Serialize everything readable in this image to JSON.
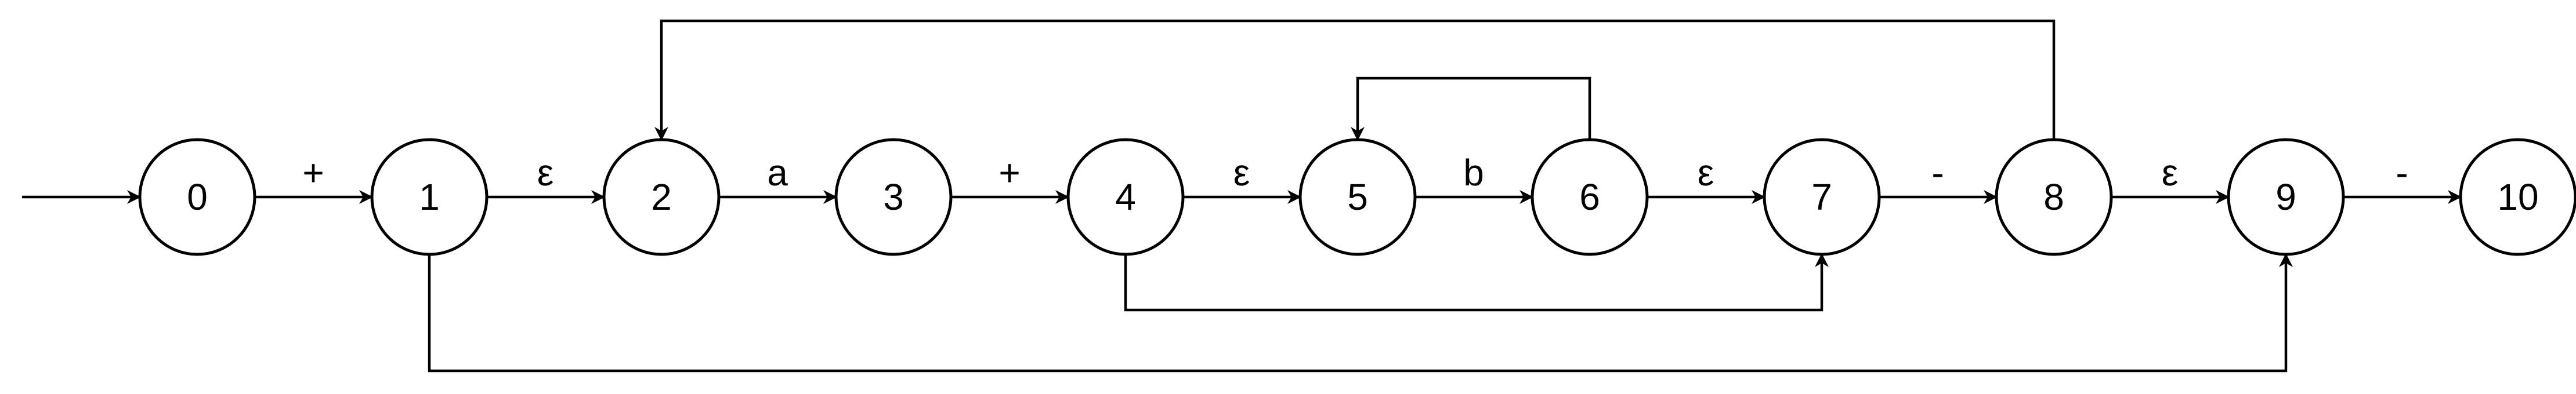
{
  "states": [
    {
      "id": "0",
      "label": "0"
    },
    {
      "id": "1",
      "label": "1"
    },
    {
      "id": "2",
      "label": "2"
    },
    {
      "id": "3",
      "label": "3"
    },
    {
      "id": "4",
      "label": "4"
    },
    {
      "id": "5",
      "label": "5"
    },
    {
      "id": "6",
      "label": "6"
    },
    {
      "id": "7",
      "label": "7"
    },
    {
      "id": "8",
      "label": "8"
    },
    {
      "id": "9",
      "label": "9"
    },
    {
      "id": "10",
      "label": "10"
    }
  ],
  "transitions": [
    {
      "from": "start",
      "to": "0",
      "label": ""
    },
    {
      "from": "0",
      "to": "1",
      "label": "+"
    },
    {
      "from": "1",
      "to": "2",
      "label": "ε"
    },
    {
      "from": "2",
      "to": "3",
      "label": "a"
    },
    {
      "from": "3",
      "to": "4",
      "label": "+"
    },
    {
      "from": "4",
      "to": "5",
      "label": "ε"
    },
    {
      "from": "5",
      "to": "6",
      "label": "b"
    },
    {
      "from": "6",
      "to": "7",
      "label": "ε"
    },
    {
      "from": "7",
      "to": "8",
      "label": "-"
    },
    {
      "from": "8",
      "to": "9",
      "label": "ε"
    },
    {
      "from": "9",
      "to": "10",
      "label": "-"
    },
    {
      "from": "6",
      "to": "5",
      "label": ""
    },
    {
      "from": "8",
      "to": "2",
      "label": ""
    },
    {
      "from": "4",
      "to": "7",
      "label": ""
    },
    {
      "from": "1",
      "to": "9",
      "label": ""
    }
  ]
}
